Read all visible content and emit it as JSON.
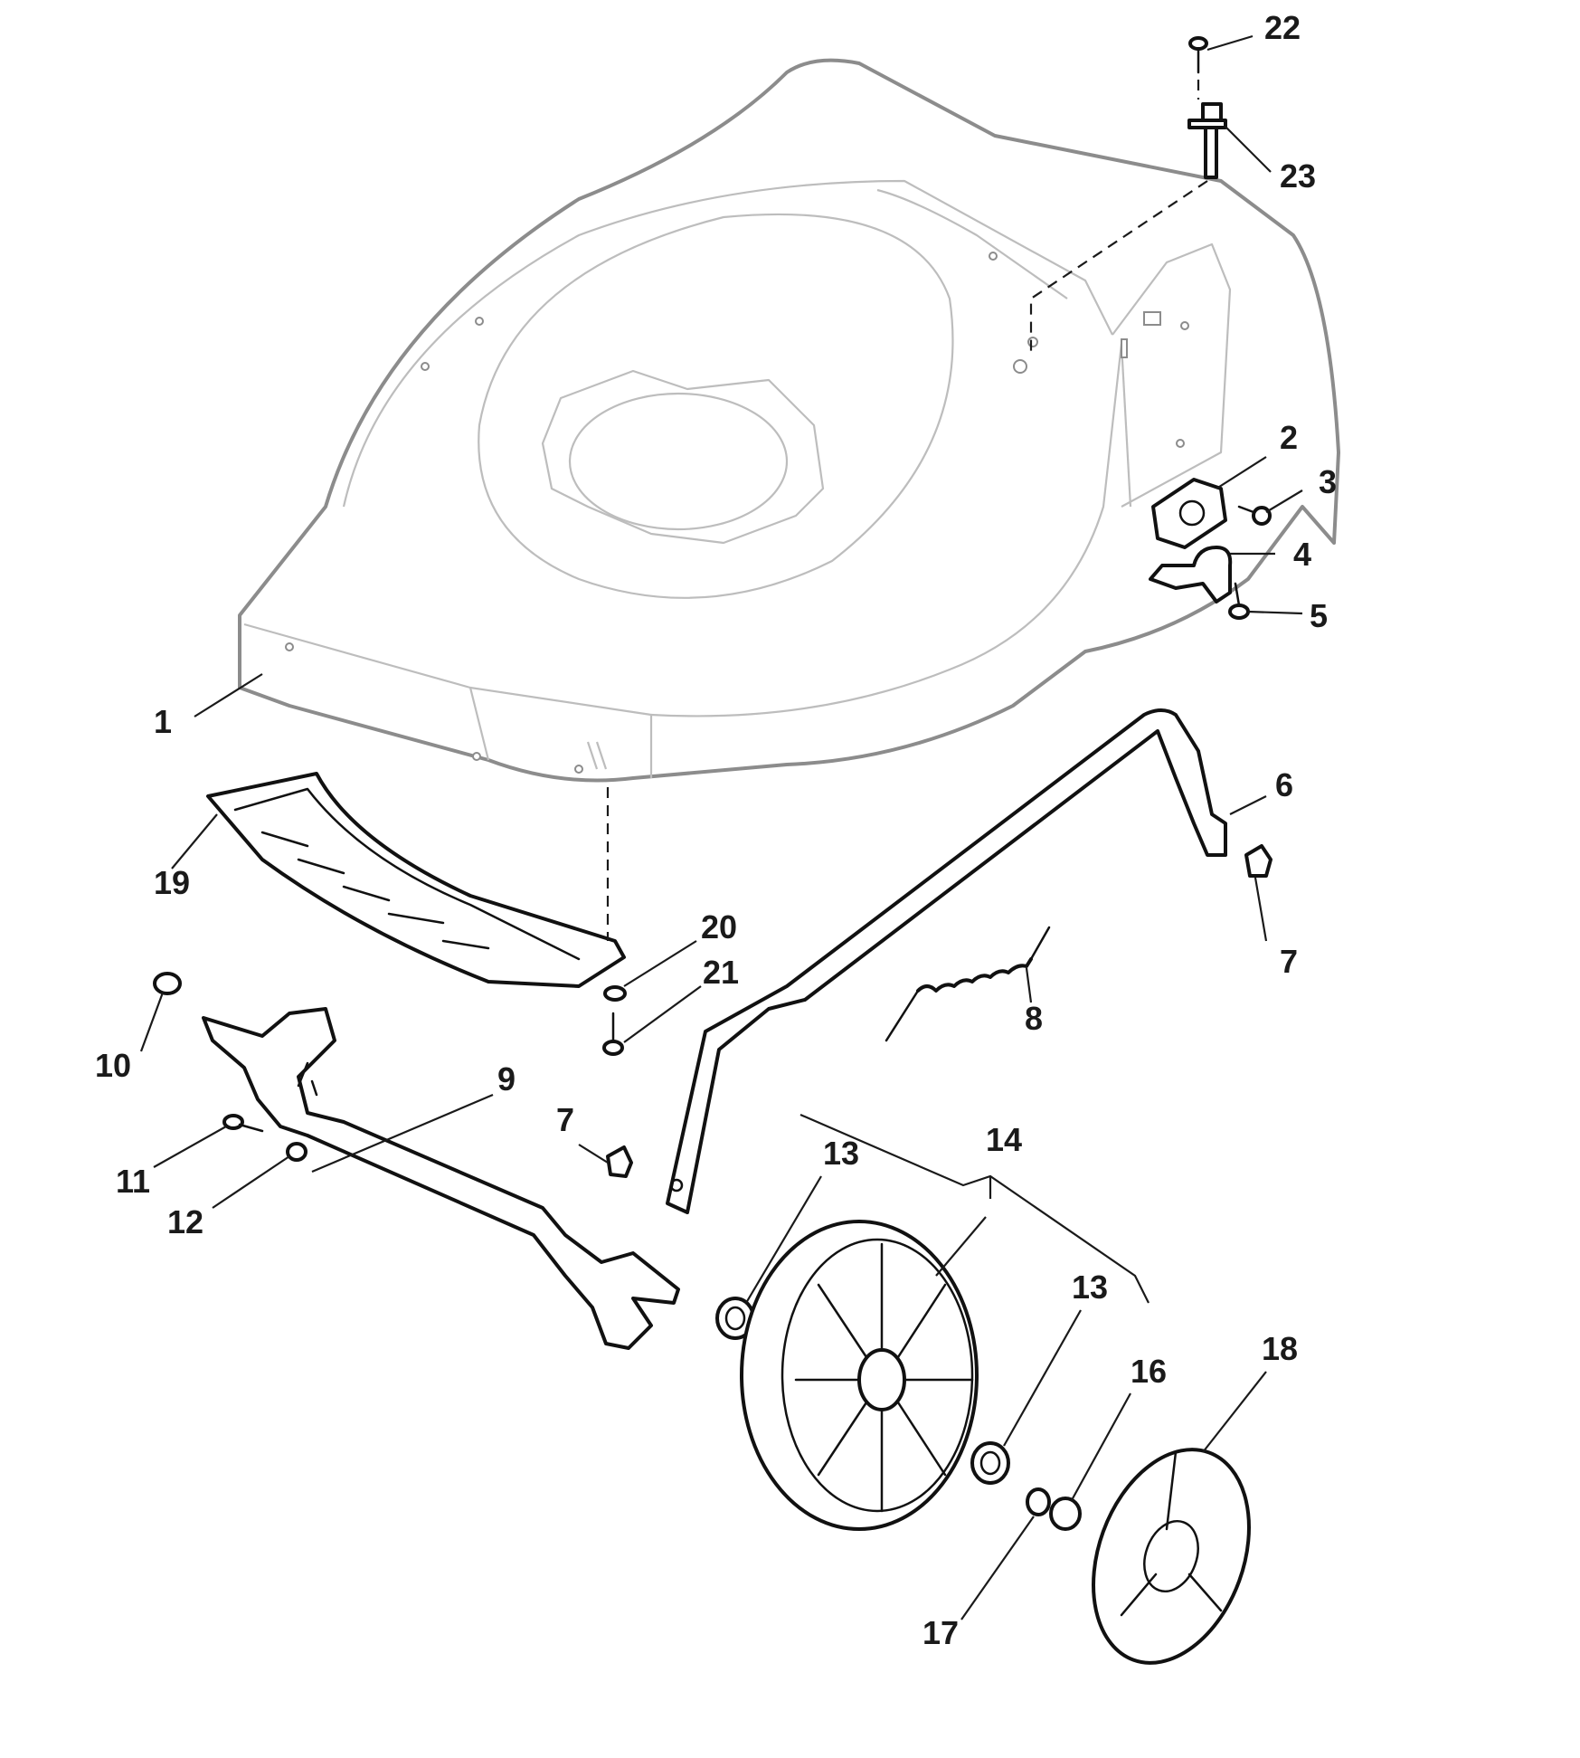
{
  "diagram": {
    "type": "exploded-parts-diagram",
    "colors": {
      "deck_outline": "#8c8c8c",
      "deck_inner": "#bdbdbd",
      "part_outline": "#111111",
      "label_text": "#1a1a1a",
      "background": "#ffffff"
    },
    "parts": [
      {
        "id": "deck",
        "label": "1"
      },
      {
        "id": "bracket",
        "label": "2"
      },
      {
        "id": "screw-a",
        "label": "3"
      },
      {
        "id": "clamp",
        "label": "4"
      },
      {
        "id": "screw-b",
        "label": "5"
      },
      {
        "id": "handle-lever",
        "label": "6"
      },
      {
        "id": "bushing-right",
        "label": "7"
      },
      {
        "id": "spring",
        "label": "8"
      },
      {
        "id": "rear-axle",
        "label": "9"
      },
      {
        "id": "axle-bushing",
        "label": "10"
      },
      {
        "id": "bolt",
        "label": "11"
      },
      {
        "id": "nut",
        "label": "12"
      },
      {
        "id": "bearing-front",
        "label": "13"
      },
      {
        "id": "wheel-assembly",
        "label": "14"
      },
      {
        "id": "bearing-rear",
        "label": "13"
      },
      {
        "id": "lock-nut",
        "label": "16"
      },
      {
        "id": "washer",
        "label": "17"
      },
      {
        "id": "hub-cap",
        "label": "18"
      },
      {
        "id": "front-flap",
        "label": "19"
      },
      {
        "id": "flap-washer",
        "label": "20"
      },
      {
        "id": "flap-screw",
        "label": "21"
      },
      {
        "id": "top-screw",
        "label": "22"
      },
      {
        "id": "pivot-pin",
        "label": "23"
      },
      {
        "id": "bushing-left",
        "label": "7"
      }
    ]
  }
}
